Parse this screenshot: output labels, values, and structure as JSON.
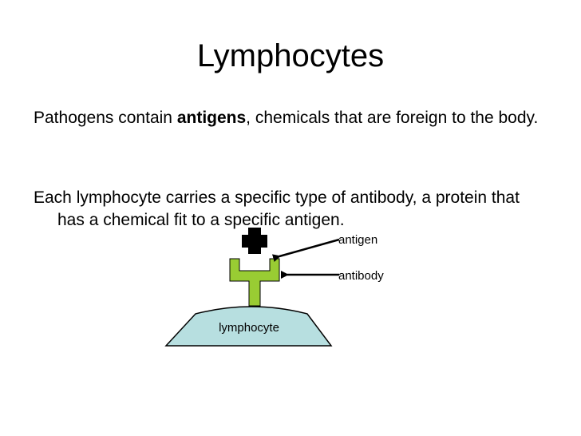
{
  "slide": {
    "title": "Lymphocytes",
    "bullet1": {
      "before": "Pathogens contain ",
      "bold": "antigens",
      "after": ", chemicals that are foreign to the body."
    },
    "bullet2": "Each lymphocyte carries a specific type of antibody, a protein that has a chemical fit to a specific antigen."
  },
  "diagram": {
    "labels": {
      "antigen": "antigen",
      "antibody": "antibody",
      "lymphocyte": "lymphocyte"
    },
    "colors": {
      "antibody_fill": "#99cc33",
      "cell_fill": "#b7dfe0",
      "antigen_fill": "#000000"
    },
    "icons": {
      "antigen": "cross-shape",
      "antibody": "y-shape"
    }
  }
}
